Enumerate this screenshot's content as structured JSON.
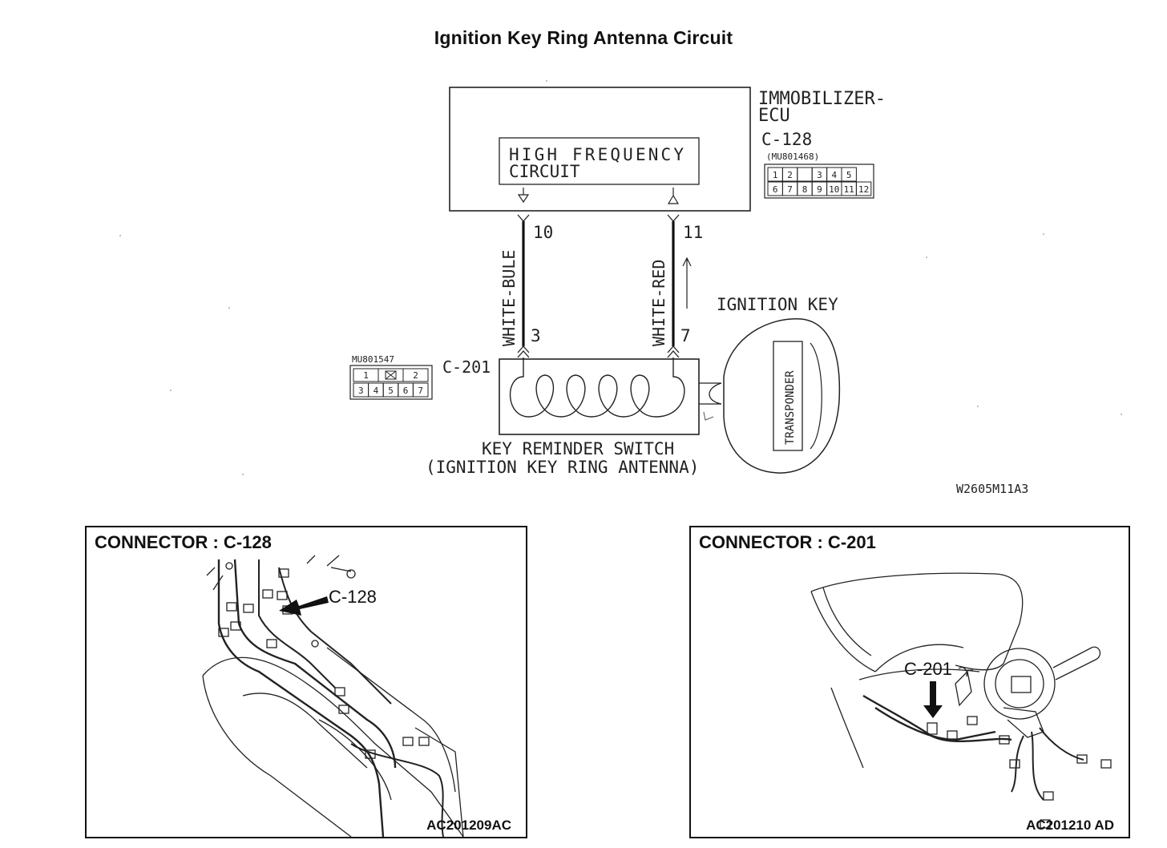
{
  "title": "Ignition Key Ring Antenna Circuit",
  "ecu": {
    "name_line1": "IMMOBILIZER-",
    "name_line2": "ECU",
    "connector": "C-128",
    "part_no": "(MU801468)",
    "pins_row1": [
      "1",
      "2",
      "",
      "3",
      "4",
      "5"
    ],
    "pins_row2": [
      "6",
      "7",
      "8",
      "9",
      "10",
      "11",
      "12"
    ],
    "circuit_line1": "HIGH FREQUENCY",
    "circuit_line2": "CIRCUIT"
  },
  "wires": [
    {
      "color_label": "WHITE-BULE",
      "ecu_pin": "10",
      "switch_pin": "3"
    },
    {
      "color_label": "WHITE-RED",
      "ecu_pin": "11",
      "switch_pin": "7"
    }
  ],
  "switch": {
    "connector": "C-201",
    "part_no": "MU801547",
    "pins_row1": [
      "1",
      "",
      "2"
    ],
    "pins_row2": [
      "3",
      "4",
      "5",
      "6",
      "7"
    ],
    "name_line1": "KEY REMINDER SWITCH",
    "name_line2": "(IGNITION KEY RING ANTENNA)"
  },
  "key": {
    "label": "IGNITION KEY",
    "transponder": "TRANSPONDER"
  },
  "drawing_code": "W2605M11A3",
  "panels": [
    {
      "title": "CONNECTOR : C-128",
      "callout": "C-128",
      "code": "AC201209AC"
    },
    {
      "title": "CONNECTOR : C-201",
      "callout": "C-201",
      "code": "AC201210 AD"
    }
  ]
}
